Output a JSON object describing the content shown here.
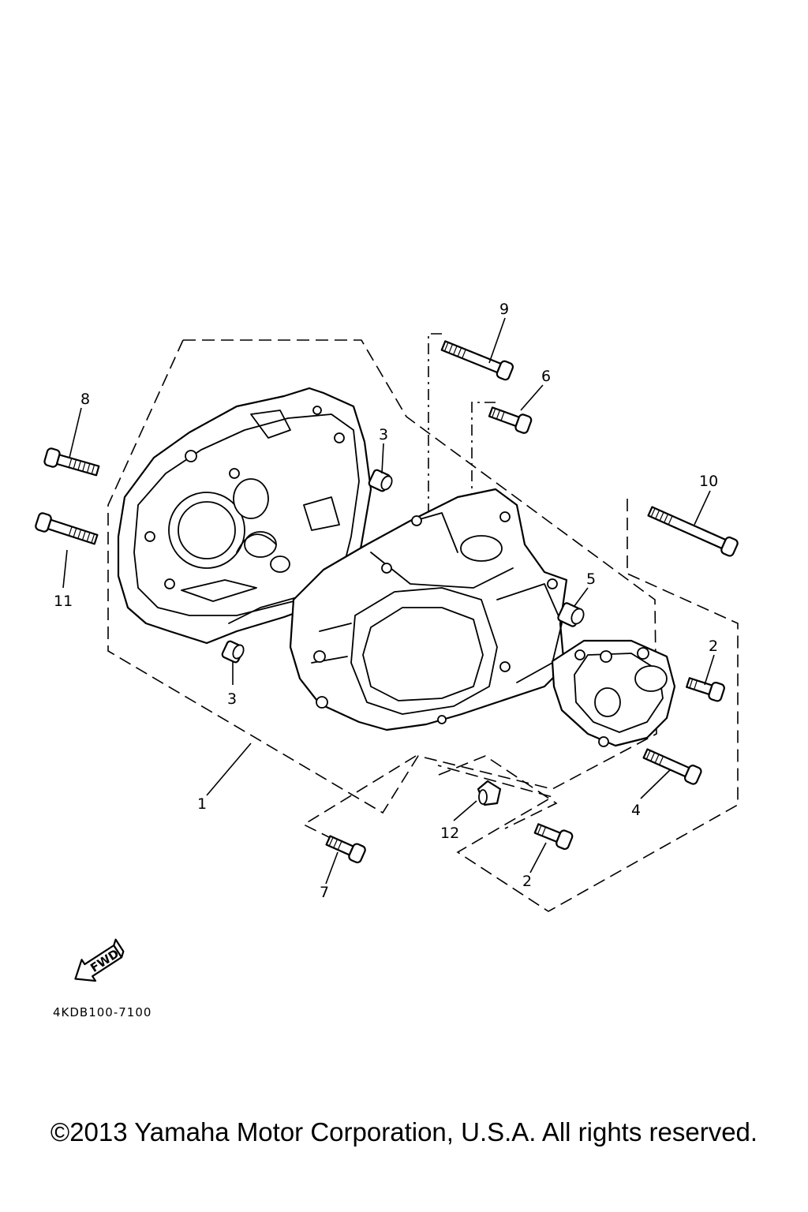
{
  "callouts": {
    "c1": "1",
    "c2a": "2",
    "c2b": "2",
    "c3a": "3",
    "c3b": "3",
    "c4": "4",
    "c5": "5",
    "c6": "6",
    "c7": "7",
    "c8": "8",
    "c9": "9",
    "c10": "10",
    "c11": "11",
    "c12": "12"
  },
  "fwd_label": "FWD",
  "catalog_code": "4KDB100-7100",
  "copyright": "©2013 Yamaha Motor Corporation, U.S.A. All rights reserved."
}
